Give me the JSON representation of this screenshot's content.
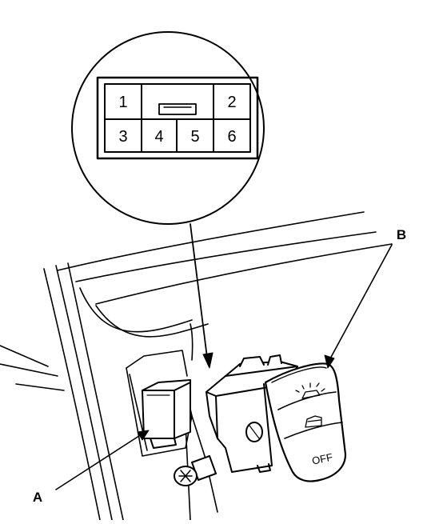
{
  "connector": {
    "pins": [
      "1",
      "2",
      "3",
      "4",
      "5",
      "6"
    ]
  },
  "callouts": {
    "a": "A",
    "b": "B"
  },
  "switch": {
    "off_label": "OFF"
  }
}
